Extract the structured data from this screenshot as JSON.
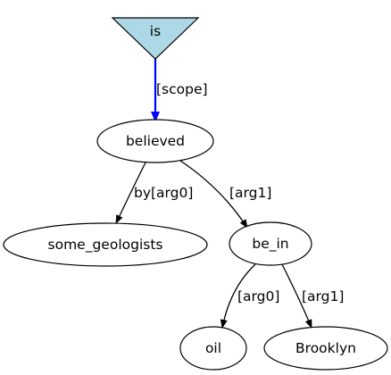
{
  "graph": {
    "nodes": {
      "is": "is",
      "believed": "believed",
      "some_geologists": "some_geologists",
      "be_in": "be_in",
      "oil": "oil",
      "brooklyn": "Brooklyn"
    },
    "edges": {
      "is_believed": "[scope]",
      "believed_some_geologists": "by[arg0]",
      "believed_be_in": "[arg1]",
      "be_in_oil": "[arg0]",
      "be_in_brooklyn": "[arg1]"
    }
  },
  "colors": {
    "root_fill": "#add8e6",
    "scope_edge": "#0000ff",
    "default_stroke": "#000000"
  }
}
